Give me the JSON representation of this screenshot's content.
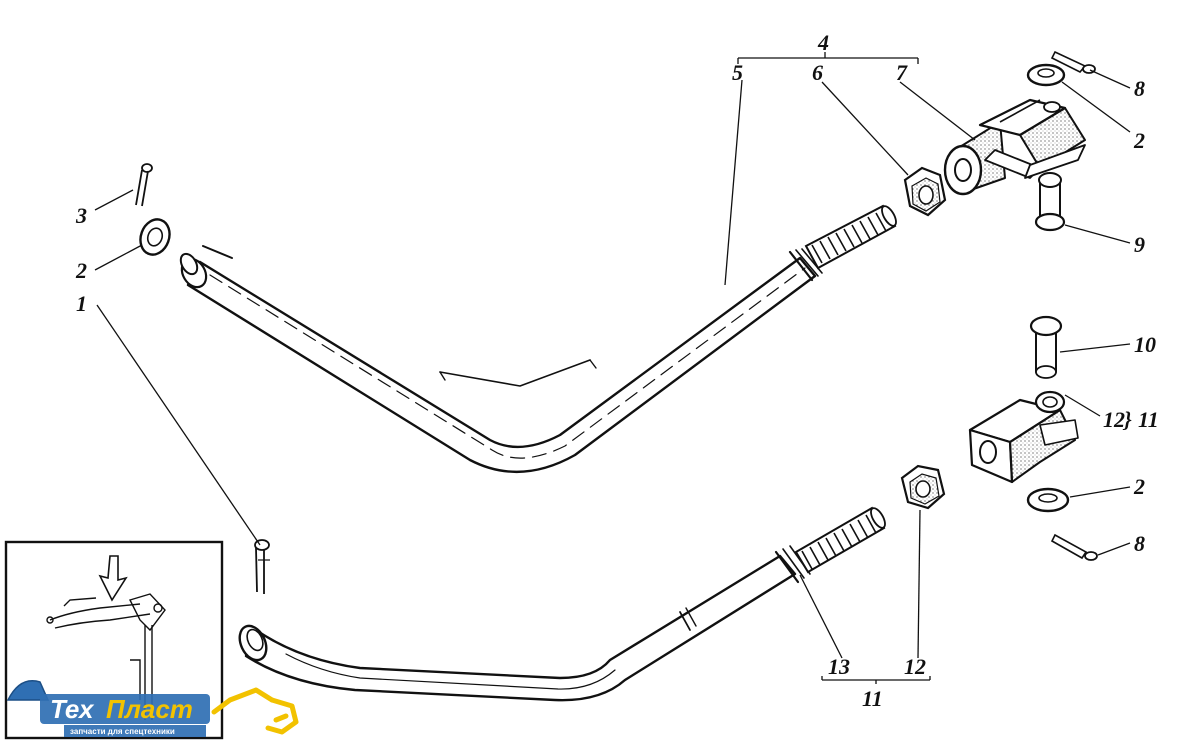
{
  "labels": {
    "l1": "1",
    "l2a": "2",
    "l2b": "2",
    "l2c": "2",
    "l3": "3",
    "l4": "4",
    "l5": "5",
    "l6": "6",
    "l7": "7",
    "l8a": "8",
    "l8b": "8",
    "l9": "9",
    "l10": "10",
    "l12a": "12",
    "l11a": "11",
    "l13": "13",
    "l12b": "12",
    "l11b": "11"
  },
  "brand": {
    "name_part1": "Тех",
    "name_part2": "Пласт",
    "tagline": "запчасти для спецтехники",
    "primary_color": "#2f6fb3",
    "accent_color": "#f2c200"
  }
}
